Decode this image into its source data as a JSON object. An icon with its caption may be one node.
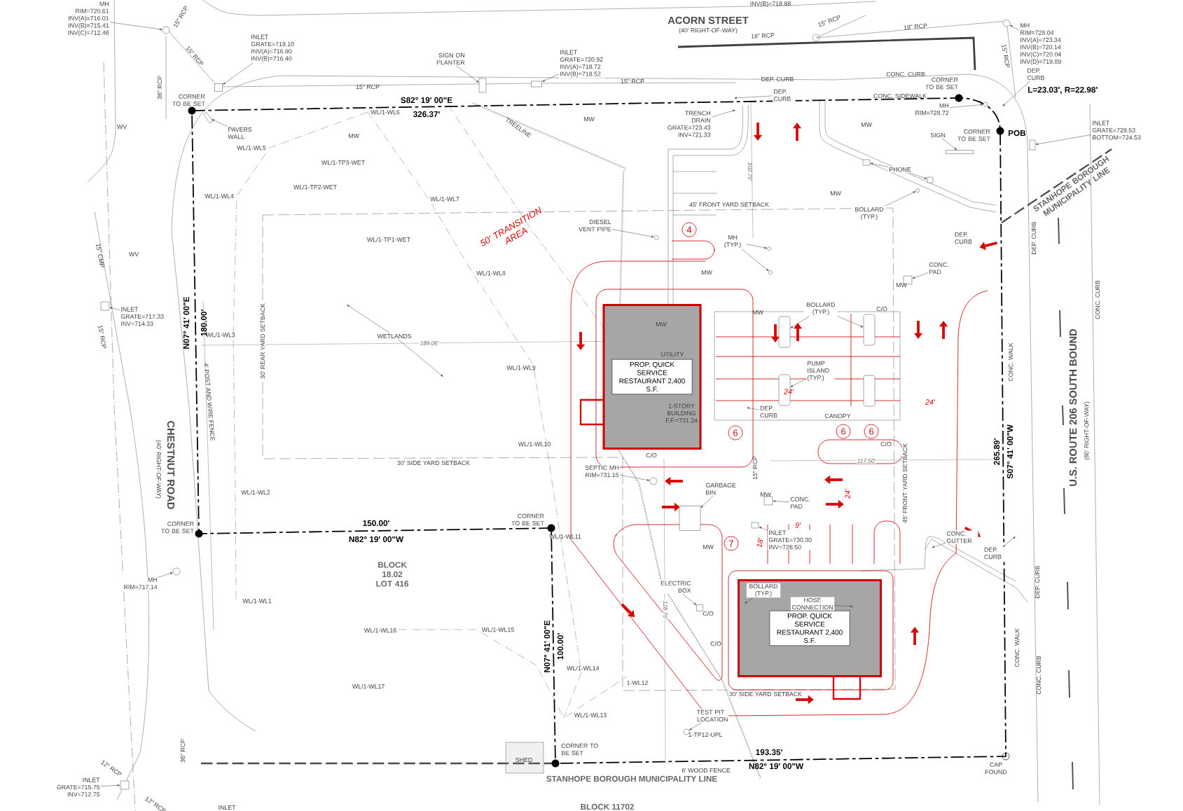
{
  "diagram": {
    "nodes": [
      {
        "text": [
          "PROP. QUICK SERVICE RESTAURANT 2,400 S.F."
        ]
      },
      {
        "text": [
          "PROP. QUICK SERVICE RESTAURANT 2,400 S.F."
        ]
      },
      {
        "text": [
          "4"
        ]
      },
      {
        "text": [
          "6"
        ]
      },
      {
        "text": [
          "6"
        ]
      },
      {
        "text": [
          "6"
        ]
      },
      {
        "text": [
          "7"
        ]
      },
      {
        "text": [
          "MH RIM=720.61 INV(A)=716.01 INV(B)=715.41 INV(C)=712.46"
        ]
      },
      {
        "text": [
          "INLET GRATE=719.10 INV(A)=716.90 INV(B)=716.40"
        ]
      },
      {
        "text": [
          "PAVERS WALL"
        ]
      },
      {
        "text": [
          "INLET GRATE=717.33 INV=714.33"
        ]
      },
      {
        "text": [
          "SIGN ON PLANTER"
        ]
      },
      {
        "text": [
          "INLET GRATE=720.92 INV(A)=718.72 INV(B)=718.52"
        ]
      },
      {
        "text": [
          "DEP. CURB"
        ]
      },
      {
        "text": [
          "TRENCH DRAIN GRATE=723.43 INV=721.33"
        ]
      },
      {
        "text": [
          "DIESEL VENT PIPE"
        ]
      },
      {
        "text": [
          "MH (TYP.)"
        ]
      },
      {
        "text": [
          "WETLANDS"
        ]
      },
      {
        "text": [
          "MH RIM=728.04 INV(A)=723.34 INV(B)=720.14 INV(C)=720.04 INV(D)=719.89"
        ]
      },
      {
        "text": [
          "DEP. CURB"
        ]
      },
      {
        "text": [
          "MH RIM=728.72"
        ]
      },
      {
        "text": [
          "SIGN"
        ]
      },
      {
        "text": [
          "INLET GRATE=729.53 BOTTOM=724.53"
        ]
      },
      {
        "text": [
          "PHONE"
        ]
      },
      {
        "text": [
          "BOLLARD (TYP.)"
        ]
      },
      {
        "text": [
          "CONC. PAD"
        ]
      },
      {
        "text": [
          "BOLLARD (TYP.)"
        ]
      },
      {
        "text": [
          "PUMP ISLAND (TYP.)"
        ]
      },
      {
        "text": [
          "DEP. CURB"
        ]
      },
      {
        "text": [
          "SEPTIC MH RIM=731.15"
        ]
      },
      {
        "text": [
          "GARBAGE BIN"
        ]
      },
      {
        "text": [
          "CONC. PAD"
        ]
      },
      {
        "text": [
          "INLET GRATE=730.30 INV=726.50"
        ]
      },
      {
        "text": [
          "MH RIM=717.14"
        ]
      },
      {
        "text": [
          "ELECTRIC BOX"
        ]
      },
      {
        "text": [
          "BOLLARD (TYP.)"
        ],
        "in": 1
      },
      {
        "text": [
          "HOSE CONNECTION"
        ],
        "in": 1
      },
      {
        "text": [
          "CONC. GUTTER"
        ]
      },
      {
        "text": [
          "DEP. CURB"
        ]
      },
      {
        "text": [
          "TEST PIT LOCATION"
        ]
      },
      {
        "text": [
          "INLET GRATE=715.75 INV=712.75"
        ]
      },
      {
        "text": [],
        "shape": "circle"
      },
      {
        "text": [],
        "shape": "box"
      },
      {
        "text": [],
        "shape": "box"
      },
      {
        "text": [],
        "shape": "box"
      },
      {
        "text": [],
        "shape": "box"
      },
      {
        "text": [],
        "shape": "circle"
      },
      {
        "text": [],
        "shape": "circle"
      },
      {
        "text": [],
        "shape": "circle"
      },
      {
        "text": [],
        "shape": "circle"
      },
      {
        "text": [],
        "shape": "circle"
      },
      {
        "text": [],
        "shape": "box"
      },
      {
        "text": [],
        "shape": "box"
      },
      {
        "text": [],
        "shape": "box"
      },
      {
        "text": [],
        "shape": "box"
      },
      {
        "text": [],
        "shape": "box"
      },
      {
        "text": [],
        "shape": "box"
      },
      {
        "text": [],
        "shape": "box"
      },
      {
        "text": [],
        "shape": "box"
      },
      {
        "text": [],
        "shape": "box"
      },
      {
        "text": [],
        "shape": "circle"
      },
      {
        "text": [],
        "shape": "box"
      },
      {
        "text": [],
        "shape": "box"
      },
      {
        "text": [],
        "shape": "box"
      },
      {
        "text": [],
        "shape": "circle"
      },
      {
        "text": [],
        "shape": "box"
      },
      {
        "text": [],
        "shape": "circle"
      },
      {
        "text": [],
        "shape": "box"
      },
      {
        "text": [],
        "shape": "circle"
      },
      {
        "text": [],
        "shape": "bar"
      }
    ],
    "edges": [
      {
        "from": 7,
        "to": 41,
        "arrow": "to"
      },
      {
        "from": 8,
        "to": 42,
        "arrow": "to"
      },
      {
        "from": 9,
        "to": 69,
        "arrow": "to"
      },
      {
        "from": 10,
        "to": 43,
        "arrow": "to"
      },
      {
        "from": 11,
        "to": 44,
        "arrow": "to"
      },
      {
        "from": 12,
        "to": 45,
        "arrow": "to"
      },
      {
        "from": 13,
        "to": null,
        "arrow": "to"
      },
      {
        "from": 14,
        "to": null,
        "arrow": "to"
      },
      {
        "from": 15,
        "to": 46,
        "arrow": "to"
      },
      {
        "from": 16,
        "to": 47,
        "arrow": "to"
      },
      {
        "from": 16,
        "to": 48,
        "arrow": "to"
      },
      {
        "from": 17,
        "to": null,
        "arrow": "to"
      },
      {
        "from": 17,
        "to": null,
        "arrow": "to"
      },
      {
        "from": 18,
        "to": 49,
        "arrow": "to"
      },
      {
        "from": 19,
        "to": null,
        "arrow": "to"
      },
      {
        "from": 20,
        "to": 50,
        "arrow": "to"
      },
      {
        "from": 21,
        "to": 51,
        "arrow": "to"
      },
      {
        "from": 22,
        "to": 52,
        "arrow": "to"
      },
      {
        "from": 23,
        "to": 53,
        "arrow": "to"
      },
      {
        "from": 23,
        "to": 54,
        "arrow": "to"
      },
      {
        "from": 24,
        "to": 68,
        "arrow": "to"
      },
      {
        "from": 25,
        "to": 55,
        "arrow": "to"
      },
      {
        "from": 26,
        "to": 56,
        "arrow": "to"
      },
      {
        "from": 26,
        "to": 57,
        "arrow": "to"
      },
      {
        "from": 27,
        "to": 58,
        "arrow": "to"
      },
      {
        "from": 28,
        "to": null,
        "arrow": "to"
      },
      {
        "from": 29,
        "to": 60,
        "arrow": "to"
      },
      {
        "from": 30,
        "to": 61,
        "arrow": "to"
      },
      {
        "from": 31,
        "to": 62,
        "arrow": "to"
      },
      {
        "from": 32,
        "to": 63,
        "arrow": "to"
      },
      {
        "from": 33,
        "to": 64,
        "arrow": "to"
      },
      {
        "from": 34,
        "to": 65,
        "arrow": "to"
      },
      {
        "from": 35,
        "to": null,
        "arrow": "to"
      },
      {
        "from": 36,
        "to": null,
        "arrow": "to"
      },
      {
        "from": 37,
        "to": null,
        "arrow": "to"
      },
      {
        "from": 38,
        "to": null,
        "arrow": "to"
      },
      {
        "from": 39,
        "to": 66,
        "arrow": "to"
      },
      {
        "from": 40,
        "to": 67,
        "arrow": "to"
      }
    ],
    "labels": [
      "INV(B)=718.88",
      "15\" RCP",
      "ACORN STREET",
      "(40' RIGHT-OF-WAY)",
      "15\" RCP",
      "18\" RCP",
      "18\" RCP",
      "15\" RCP",
      "15\" RCP",
      "CONC. CURB",
      "DEP. CURB",
      "L=23.03', R=22.98'",
      "15\" RCP",
      "15\" RCP",
      "36\" RCP",
      "CORNER TO BE SET",
      "CORNER TO BE SET",
      "CONC. SIDEWALK",
      "S82° 19' 00\"E",
      "326.37'",
      "WL/1-WL6",
      "MW",
      "TREELINE",
      "WV",
      "MW",
      "POB",
      "CORNER TO BE SET",
      "MW",
      "WL/1-WL5",
      "WL/1-TP3-WET",
      "102.76'",
      "WL/1-TP2-WET",
      "STANHOPE BOROUGH MUNICIPALITY LINE",
      "MW",
      "WL/1-WL4",
      "WL/1-WL7",
      "45' FRONT YARD SETBACK",
      "50' TRANSITION AREA",
      "DEP. CURB",
      "WL/1-TP1-WET",
      "DEP. CURB",
      "WV",
      "15\" CMP",
      "CONC. CURB",
      "MW",
      "WL/1-WL8",
      "MW",
      "C/O",
      "MW",
      "MW",
      "N07° 41' 00\"E",
      "180.00'",
      "WL/1-WL3",
      "15\" RCP",
      "30' REAR YARD SETBACK",
      "189.06'",
      "UTILITY",
      "CONC. WALK",
      "WL/1-WL9",
      "1-STORY BUILDING F.F.=731.34",
      "24'",
      "24'",
      "U.S. ROUTE 206 SOUTH BOUND",
      "(80' RIGHT-OF-WAY)",
      "CANOPY",
      "265.89'",
      "S07° 41' 00\"W",
      "C/O",
      "WL/1-WL10",
      "C/O",
      "117.50'",
      "30' SIDE YARD SETBACK",
      "45' FRONT YARD SETBACK",
      "15\" RCP",
      "24'",
      "WL/1-WL2",
      "MW",
      "CORNER TO BE SET",
      "CORNER TO BE SET",
      "9'",
      "150.00'",
      "N82° 19' 00\"W",
      "WL/1-WL11",
      "18'",
      "MW",
      "BLOCK 18.02 LOT 416",
      "DEP. CURB",
      "WL/1-WL1",
      "C/O",
      "128.76'",
      "WL/1-WL16",
      "WL/1-WL15",
      "C/O",
      "N07° 41' 00\"E",
      "100.00'",
      "CONC. WALK",
      "WL/1-WL14",
      "CONC. CURB",
      "1-WL12",
      "WL/1-WL17",
      "30' SIDE YARD SETBACK",
      "WL/1-WL13",
      "1-TP12-UPL",
      "36\" RCP",
      "193.35'",
      "CORNER TO BE SET",
      "SHED",
      "CAP FOUND",
      "N82° 19' 00\"W",
      "6' WOOD FENCE",
      "12\" RCP",
      "STANHOPE BOROUGH MUNICIPALITY LINE",
      "12\" RCP",
      "INLET",
      "BLOCK 11702",
      "CHESTNUT ROAD",
      "(40' RIGHT-OF-WAY)",
      "4' POST AND WIRE FENCE"
    ]
  }
}
